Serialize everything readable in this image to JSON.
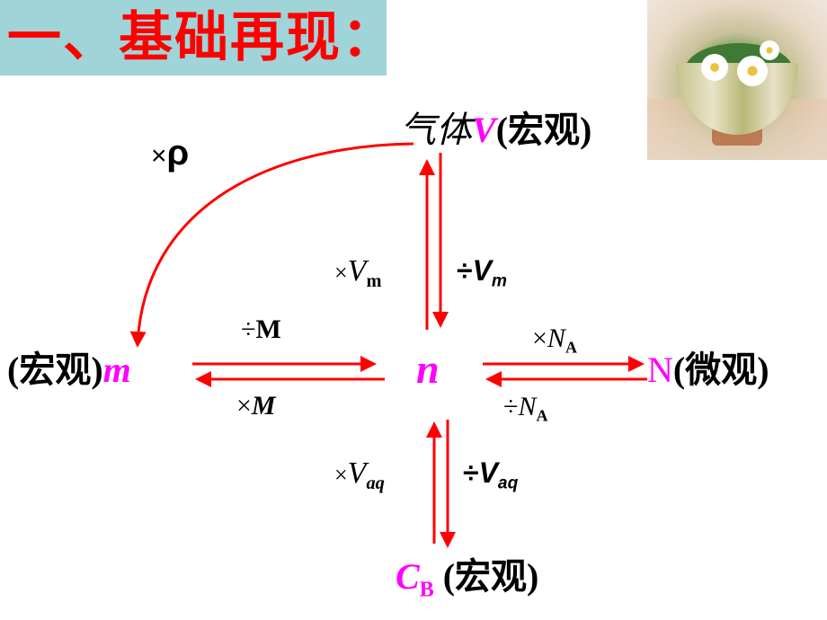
{
  "title": {
    "text": "一、基础再现：",
    "color": "#ff0000",
    "background": "#9fd4d9"
  },
  "photo": {
    "description": "daisies in a ceramic bowl",
    "icon": "flower-photo"
  },
  "colors": {
    "arrow": "#ff0000",
    "variable": "#ff00ff",
    "text": "#000000"
  },
  "nodes": {
    "gas": {
      "prefix": "气体",
      "symbol": "V",
      "suffix": "(宏观)"
    },
    "mass": {
      "prefix": "(宏观)",
      "symbol": "m"
    },
    "mole": {
      "symbol": "n"
    },
    "particles": {
      "symbol": "N",
      "suffix": "(微观)"
    },
    "concentration": {
      "symbol": "C",
      "subscript": "B",
      "suffix": "(宏观)"
    }
  },
  "edges": {
    "rho": {
      "op": "×",
      "sym": "ρ"
    },
    "times_vm": {
      "op": "×",
      "sym": "V",
      "sub": "m"
    },
    "div_vm": {
      "op": "÷",
      "sym": "V",
      "sub": "m"
    },
    "div_m": {
      "op": "÷",
      "sym": "M"
    },
    "times_m": {
      "op": "×",
      "sym": "M"
    },
    "times_na": {
      "op": "×",
      "sym": "N",
      "sub": "A"
    },
    "div_na": {
      "op": "÷",
      "sym": "N",
      "sub": "A"
    },
    "times_vaq": {
      "op": "×",
      "sym": "V",
      "sub": "aq"
    },
    "div_vaq": {
      "op": "÷",
      "sym": "V",
      "sub": "aq"
    }
  }
}
